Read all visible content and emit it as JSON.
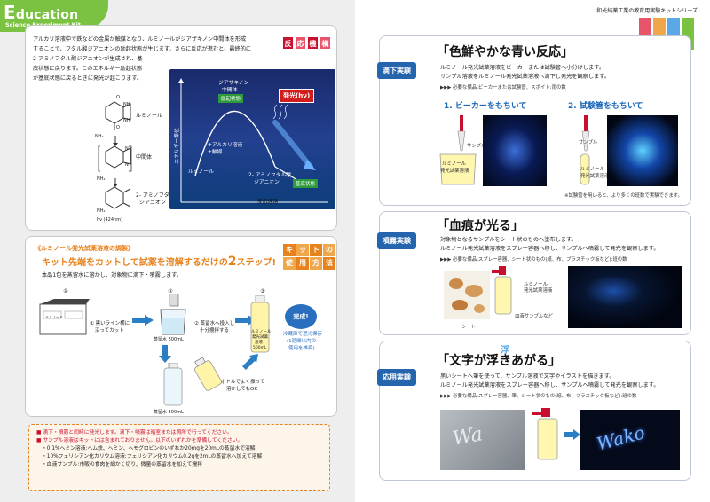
{
  "header": {
    "title_initial": "E",
    "title_rest": "ducation",
    "subtitle": "Science Experiment Kit",
    "series": "和光純薬工業の教育用実験キットシリーズ"
  },
  "mechanism": {
    "tag": [
      "反",
      "応",
      "機",
      "構"
    ],
    "paragraph": [
      "アルカリ溶液中で鉄などの金属が触媒となり、ルミノールがジアザキノン中間体を形成",
      "することで、フタル酸ジアニオンの励起状態が生じます。さらに反応が進むと、最終的に",
      "2-アミノフタル酸ジアニオンが生成され、基",
      "底状態に戻ります。このエネルギー励起状態",
      "が基底状態に戻るときに発光が起こります。"
    ],
    "molecules": {
      "luminol": "ルミノール",
      "intermediate": "中間体",
      "product_line1": "2- アミノフタル酸",
      "product_line2": "ジアニオン",
      "nh": "NH",
      "nh2": "NH₂",
      "o": "O",
      "n": "N",
      "hv": "hν (424nm)"
    },
    "diagram": {
      "yaxis": "エネルギー準位",
      "xaxis": "反応経路",
      "diazaquinone_line1": "ジアザキノン",
      "diazaquinone_line2": "中間体",
      "excited_top": "励起状態",
      "light": "発光(hν)",
      "alkali_line1": "+アルカリ溶液",
      "alkali_line2": "+触媒",
      "luminol": "ルミノール",
      "amino_line1": "2- アミノフタル酸",
      "amino_line2": "ジアニオン",
      "ground": "基底状態"
    }
  },
  "kit": {
    "heading": "《ルミノール発光試薬溶液の調製》",
    "big_title": "キット先端をカットして試薬を溶解するだけの",
    "big_num": "2",
    "big_suffix": "ステップ!",
    "tag": [
      "キ",
      "ッ",
      "ト",
      "の",
      "使",
      "用",
      "方",
      "法"
    ],
    "intro": "本品1包を蒸留水に溶かし、対象物に滴下・噴霧します。",
    "step1": "①",
    "step2": "②",
    "step3": "③",
    "step1_text1": "① 黒いライン横に",
    "step1_text2": "沿ってカット",
    "step2_text1": "② 蒸留水へ投入し",
    "step2_text2": "十分攪拌する",
    "water500_a": "蒸留水 500mL",
    "water500_b": "蒸留水 500mL",
    "bottle_label1": "ルミノール",
    "bottle_label2": "発光試薬",
    "bottle_label3": "溶液",
    "bottle_label4": "500mL",
    "complete": "完成!",
    "storage1": "冷蔵庫で遮光保存",
    "storage2": "(1週間以内の",
    "storage3": "使用を推奨)",
    "alt_text1": "ボトルでよく振って",
    "alt_text2": "溶かしてもOK",
    "pkg_label": "ルミノール"
  },
  "notes": [
    "■ 滴下・噴霧と同時に発光します。滴下・噴霧は暗室または照所で行ってください。",
    "■ サンプル溶液はキットには含まれておりません。以下のいずれかを準備してください。",
    "・0.1%ヘミン溶液:ヘム鉄、ヘミン、ヘモグロビンのいずれか20mgを20mLの蒸留水で溶解",
    "・10%フェリシアン化カリウム溶液:フェリシアン化カリウム0.2gを2mLの蒸留水へ加えて溶解",
    "・血液サンプル:市販の食肉を細かく切り、微量の蒸留水を加えて攪拌"
  ],
  "method": {
    "tag": [
      "実",
      "験",
      "方",
      "法"
    ],
    "drip": {
      "badge": "滴下実験",
      "title": "「色鮮やかな青い反応」",
      "text1": "ルミノール発光試薬溶液をビーカーまたは試験管へ小分けします。",
      "text2": "サンプル溶液をルミノール発光試薬溶液へ滴下し発光を観察します。",
      "need": "▶▶▶ 必要な備品:ビーカーまたは試験管、スポイト:雨の数",
      "beaker_title": "1. ビーカーをもちいて",
      "tube_title": "2. 試験管をもちいて",
      "sample_a": "サンプル",
      "sample_b": "サンプル",
      "reagent_a1": "ルミノール",
      "reagent_a2": "発光試薬溶液",
      "reagent_b1": "ルミノール",
      "reagent_b2": "発光試薬溶液",
      "footnote": "※試験管を用いると、より多くの班数で実験できます。"
    },
    "spray": {
      "badge": "噴霧実験",
      "title": "「血痕が光る」",
      "text1": "対象物となるサンプルをシート状のものへ塗布します。",
      "text2": "ルミノール発光試薬溶液をスプレー容器へ移し、サンプルへ噴霧して発光を観察します。",
      "need": "▶▶▶ 必要な備品:スプレー容器、シート状のもの(紙、布、プラスチック板など):班の数",
      "reagent1": "ルミノール",
      "reagent2": "発光試薬溶液",
      "blood": "血液サンプルなど",
      "sheet": "シート"
    },
    "apply": {
      "badge": "応用実験",
      "title": "「文字が浮きあがる」",
      "float_char": "浮",
      "text1": "黒いシートへ筆を使って、サンプル溶液で文字やイラストを描きます。",
      "text2": "ルミノール発光試薬溶液をスプレー容器へ移し、サンプルへ噴霧して発光を観察します。",
      "need": "▶▶▶ 必要な備品:スプレー容器、筆、シート状のもの(紙、布、プラスチック板など):班の数",
      "word_a": "Wa",
      "word_b": "Wako"
    }
  }
}
